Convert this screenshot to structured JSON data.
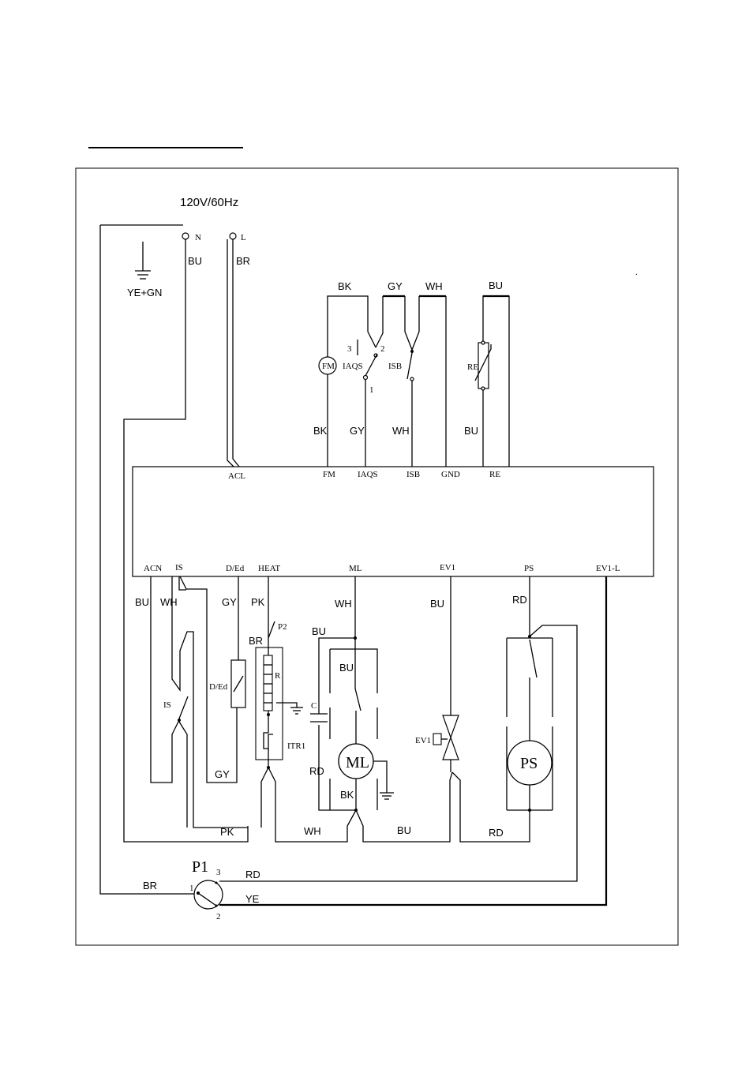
{
  "supply": {
    "voltage": "120V/60Hz",
    "terminal_n": "N",
    "terminal_l": "L",
    "ground": "YE+GN"
  },
  "wires": {
    "n": "BU",
    "l": "BR",
    "fm_top": "BK",
    "iaqs_top": "GY",
    "isb_top": "WH",
    "re_top": "BU",
    "fm_bottom": "BK",
    "iaqs_bottom": "GY",
    "isb_bottom": "WH",
    "re_bottom": "BU",
    "acn": "BU",
    "is": "WH",
    "ded": "GY",
    "heat": "PK",
    "ml": "WH",
    "ev1": "BU",
    "ps": "RD",
    "itr_br": "BR",
    "ml_bu1": "BU",
    "ml_bu2": "BU",
    "ml_bk": "BK",
    "ml_rd": "RD",
    "gy_low": "GY",
    "pk_low": "PK",
    "wh_low": "WH",
    "bu_low": "BU",
    "rd_low": "RD",
    "p1_br": "BR",
    "p1_rd": "RD",
    "p1_ye": "YE"
  },
  "board": {
    "top_pins": [
      "ACL",
      "FM",
      "IAQS",
      "ISB",
      "GND",
      "RE"
    ],
    "bottom_pins": [
      "ACN",
      "IS",
      "D/Ed",
      "HEAT",
      "ML",
      "EV1",
      "PS",
      "EV1-L"
    ]
  },
  "components": {
    "fm": "FM",
    "iaqs": "IAQS",
    "iaqs_pin1": "1",
    "iaqs_pin2": "2",
    "iaqs_pin3": "3",
    "isb": "ISB",
    "re": "RE",
    "is": "IS",
    "ded": "D/Ed",
    "p2": "P2",
    "r": "R",
    "itr1": "ITR1",
    "c": "C",
    "ml": "ML",
    "ev1": "EV1",
    "ps": "PS",
    "p1": "P1",
    "p1_pin1": "1",
    "p1_pin2": "2",
    "p1_pin3": "3"
  }
}
